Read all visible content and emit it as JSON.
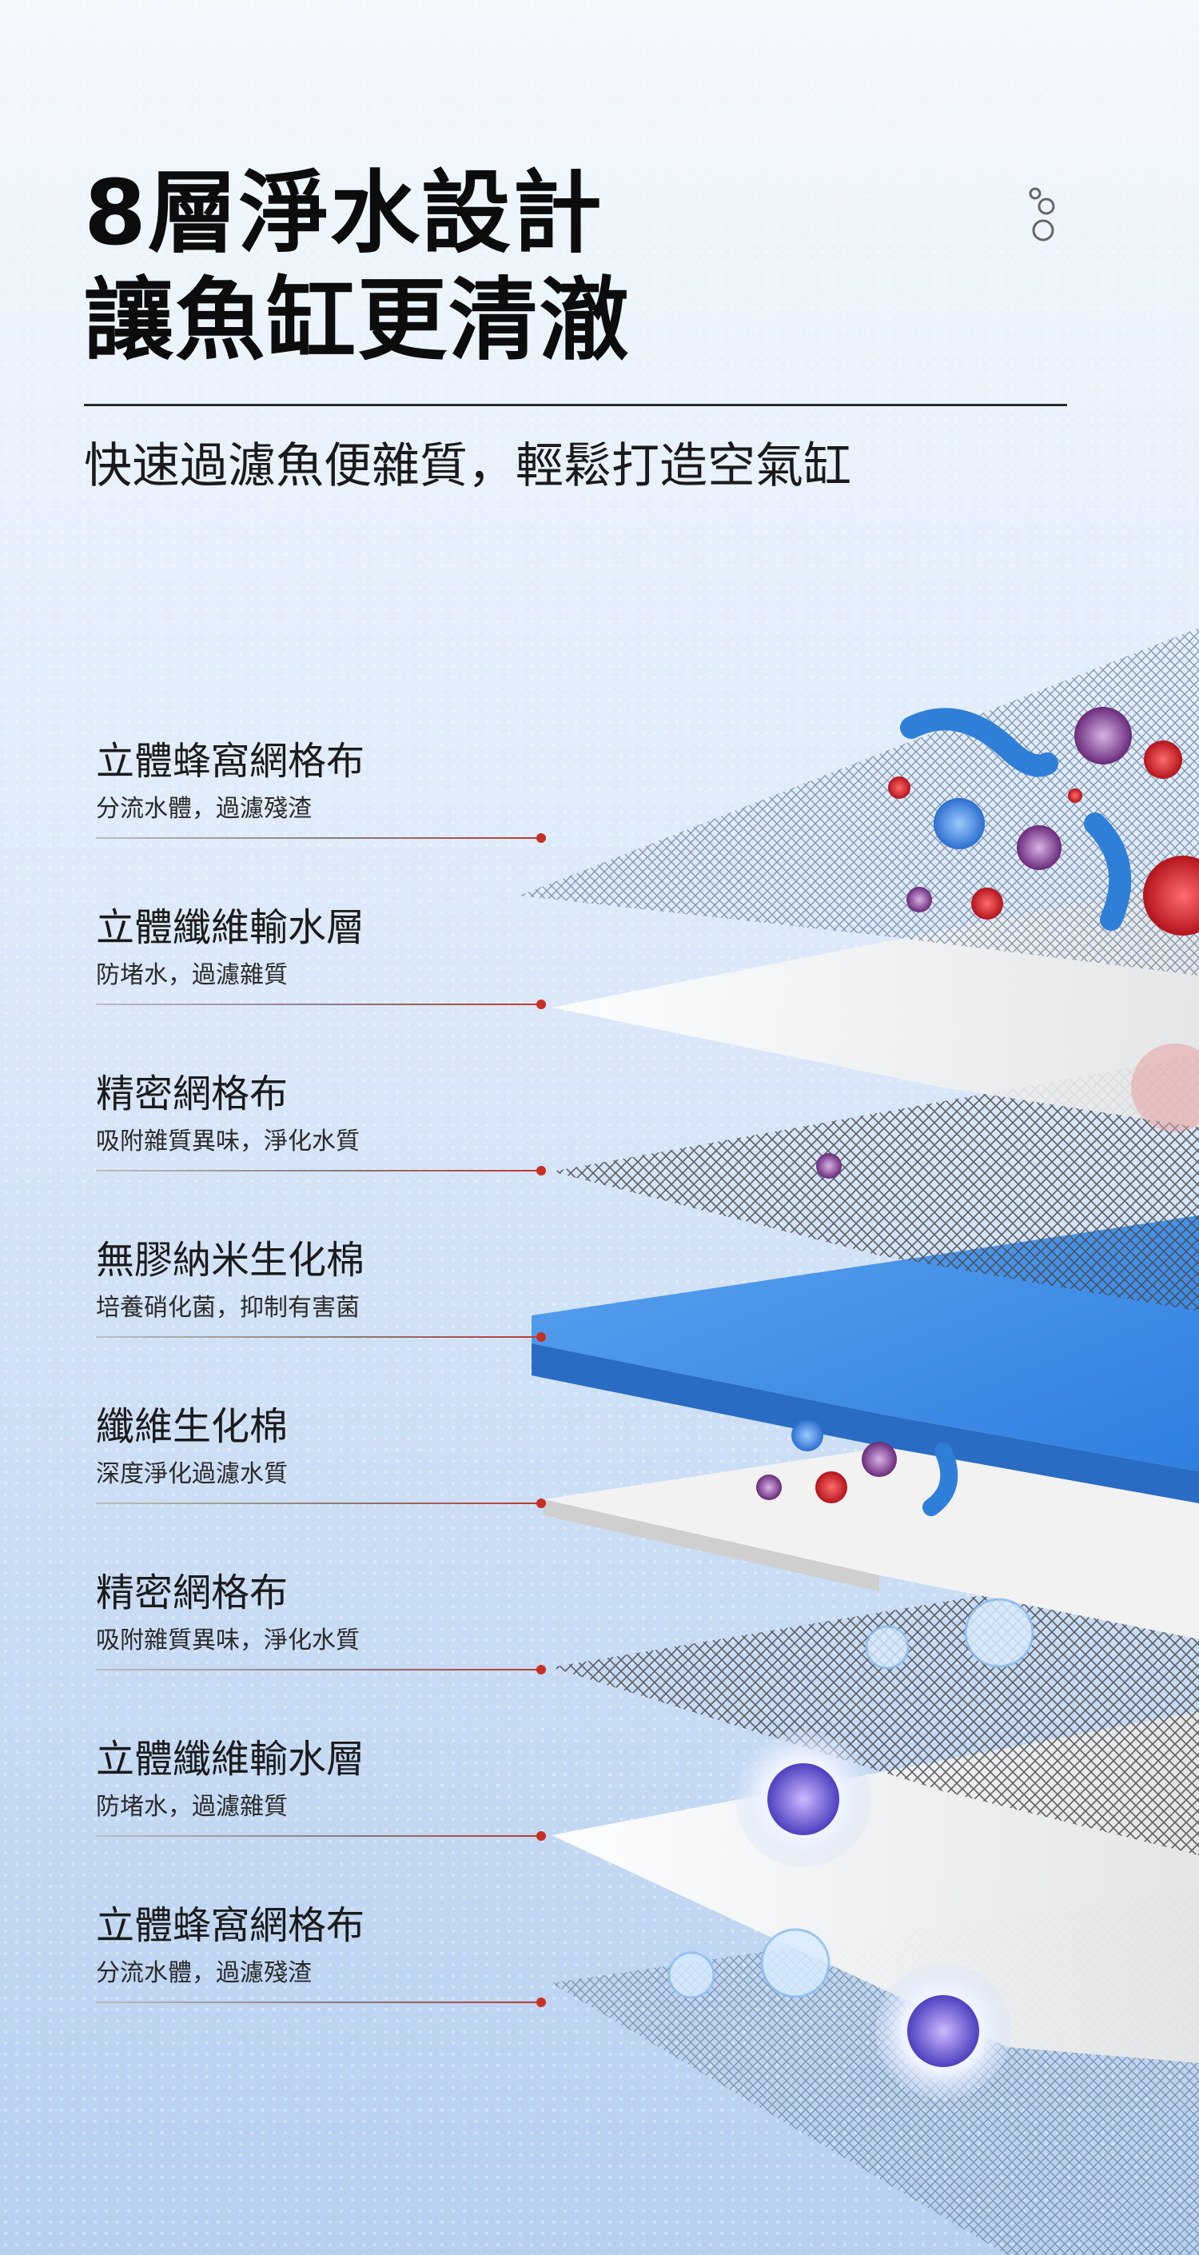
{
  "header": {
    "title_line1": "8層淨水設計",
    "title_line2": "讓魚缸更清澈",
    "subtitle": "快速過濾魚便雜質，輕鬆打造空氣缸"
  },
  "layers": [
    {
      "name": "立體蜂窩網格布",
      "desc": "分流水體，過濾殘渣"
    },
    {
      "name": "立體纖維輸水層",
      "desc": "防堵水，過濾雜質"
    },
    {
      "name": "精密網格布",
      "desc": "吸附雜質異味，淨化水質"
    },
    {
      "name": "無膠納米生化棉",
      "desc": "培養硝化菌，抑制有害菌"
    },
    {
      "name": "纖維生化棉",
      "desc": "深度淨化過濾水質"
    },
    {
      "name": "精密網格布",
      "desc": "吸附雜質異味，淨化水質"
    },
    {
      "name": "立體纖維輸水層",
      "desc": "防堵水，過濾雜質"
    },
    {
      "name": "立體蜂窩網格布",
      "desc": "分流水體，過濾殘渣"
    }
  ],
  "colors": {
    "accent_red": "#c62f24",
    "foam_blue": "#3b8de8",
    "mesh_gray": "#5a5a5a",
    "fiber_white": "#f4f4f4"
  },
  "icons": [
    "bubbles-icon",
    "bacteria-icon",
    "virus-icon",
    "water-molecule-icon",
    "cell-cluster-icon"
  ]
}
